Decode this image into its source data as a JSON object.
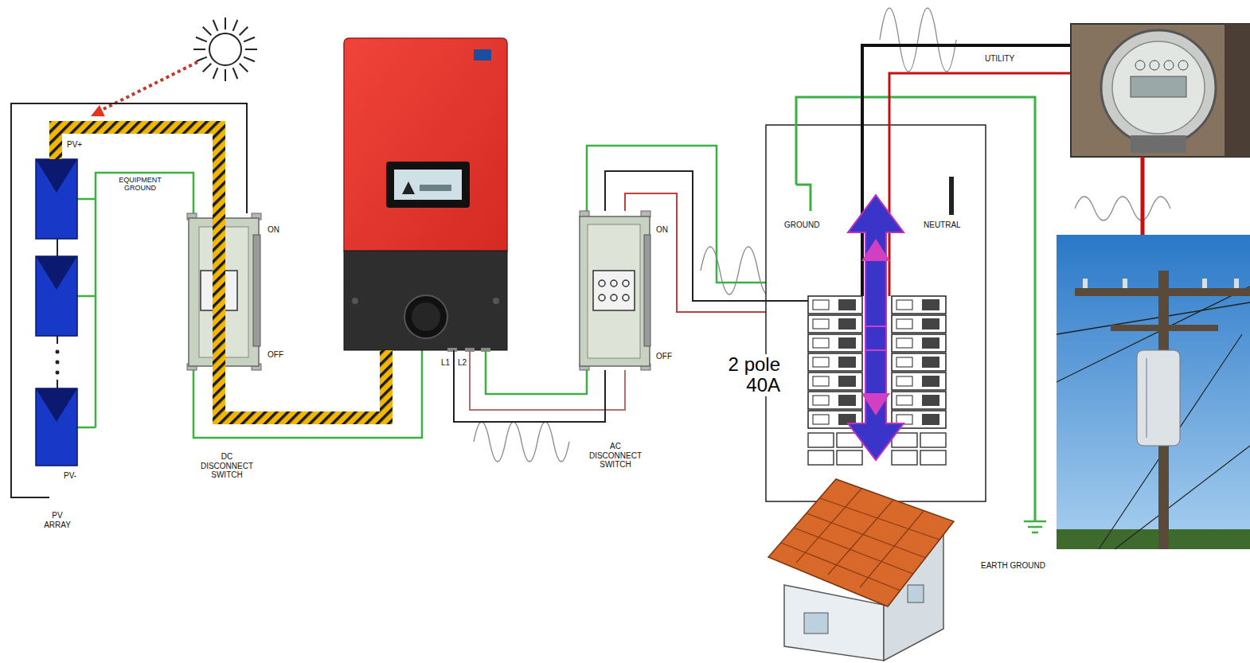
{
  "diagram": {
    "nodes": [
      {
        "text": [
          "PV+",
          "PV-",
          "PV ARRAY"
        ]
      },
      {
        "text": [
          "ON",
          "OFF",
          "DC DISCONNECT SWITCH"
        ]
      },
      {
        "text": [
          "L1",
          "L2"
        ]
      },
      {
        "text": [
          "ON",
          "OFF",
          "AC DISCONNECT SWITCH"
        ]
      },
      {
        "text": [
          "GROUND",
          "NEUTRAL"
        ]
      }
    ],
    "edges": [
      {
        "from": 0,
        "to": 1,
        "arrow": "none"
      },
      {
        "from": 1,
        "to": 2,
        "arrow": "none"
      },
      {
        "from": 2,
        "to": 3,
        "arrow": "none"
      },
      {
        "from": 3,
        "to": 4,
        "arrow": "none"
      }
    ],
    "labels": [
      "EQUIPMENT GROUND",
      "2 pole 40A",
      "UTILITY",
      "EARTH GROUND"
    ]
  }
}
